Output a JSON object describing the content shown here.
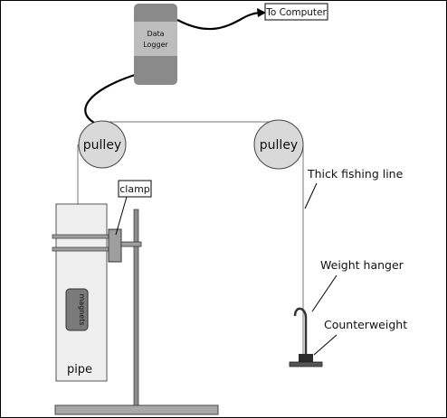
{
  "diagram": {
    "to_computer_label": "To Computer",
    "data_logger_line1": "Data",
    "data_logger_line2": "Logger",
    "left_pulley_label": "pulley",
    "right_pulley_label": "pulley",
    "clamp_label": "clamp",
    "thick_fishing_line_label": "Thick fishing line",
    "weight_hanger_label": "Weight hanger",
    "counterweight_label": "Counterweight",
    "magnets_label": "magnets",
    "pipe_label": "pipe"
  },
  "colors": {
    "frame": "#000000",
    "logger_body": "#8a8a8a",
    "logger_panel": "#bdbdbd",
    "pulley_fill": "#d9d9d9",
    "pipe_fill": "#efefef",
    "clamp_fill": "#9e9e9e",
    "stand_rod": "#8c8c8c",
    "base_fill": "#a8a8a8",
    "magnet_fill": "#7a7a7a",
    "hanger_color": "#333333",
    "counterweight_fill": "#2b2b2b"
  }
}
